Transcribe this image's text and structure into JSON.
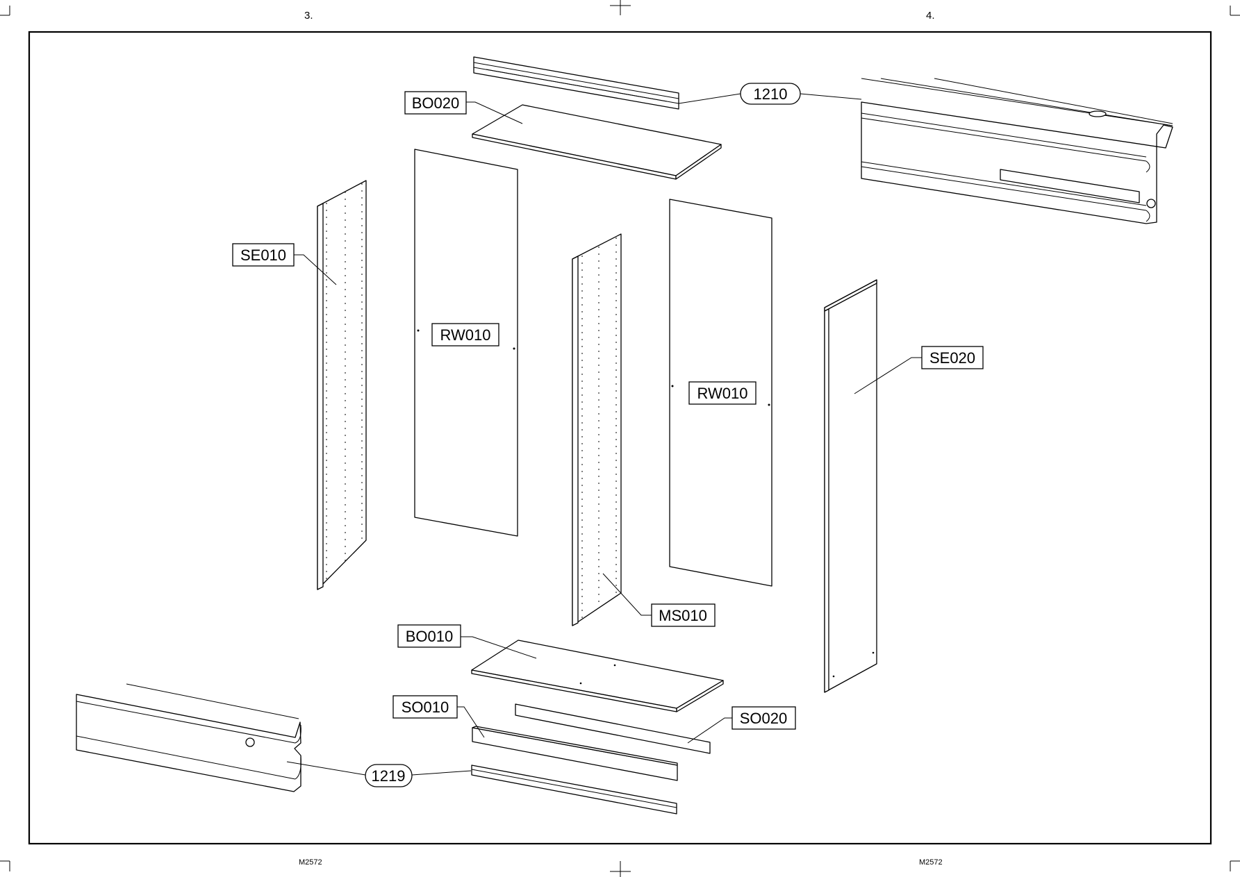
{
  "header": {
    "left_step": "3.",
    "right_step": "4."
  },
  "footer": {
    "left_code": "M2572",
    "right_code": "M2572"
  },
  "labels": {
    "rail_top": "1210",
    "rail_bottom": "1219",
    "bottom_top": "BO020",
    "bottom_lower": "BO010",
    "side_left": "SE010",
    "side_right": "SE020",
    "back_left": "RW010",
    "back_right": "RW010",
    "middle_side": "MS010",
    "plinth_front": "SO010",
    "plinth_rear": "SO020"
  }
}
